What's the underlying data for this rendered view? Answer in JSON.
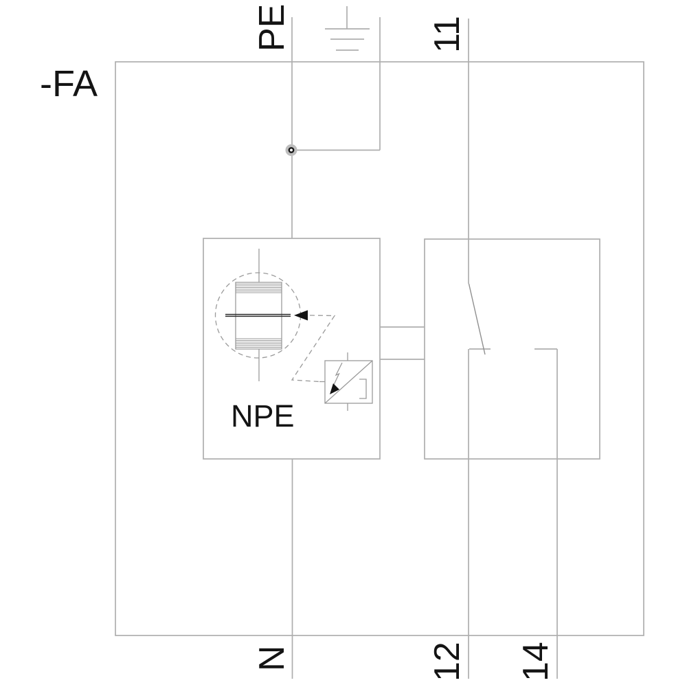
{
  "diagram": {
    "device_label": "-FA",
    "component_label": "NPE",
    "terminals": {
      "pe": "PE",
      "t11": "11",
      "n": "N",
      "t12": "12",
      "t14": "14"
    },
    "icons": {
      "earth_ground": "earth-ground-icon",
      "junction": "junction-dot-icon",
      "spark_gap": "spark-gap-arrester-icon",
      "surge_indicator": "surge-disconnect-indicator-icon",
      "changeover_contact": "changeover-contact-icon"
    }
  },
  "colors": {
    "background": "#ffffff",
    "line": "#aeaeae",
    "line-dark": "#8f8f8f",
    "symbol": "#9a9a9a",
    "ink": "#141414",
    "dot-fill": "#bdbdbd"
  }
}
